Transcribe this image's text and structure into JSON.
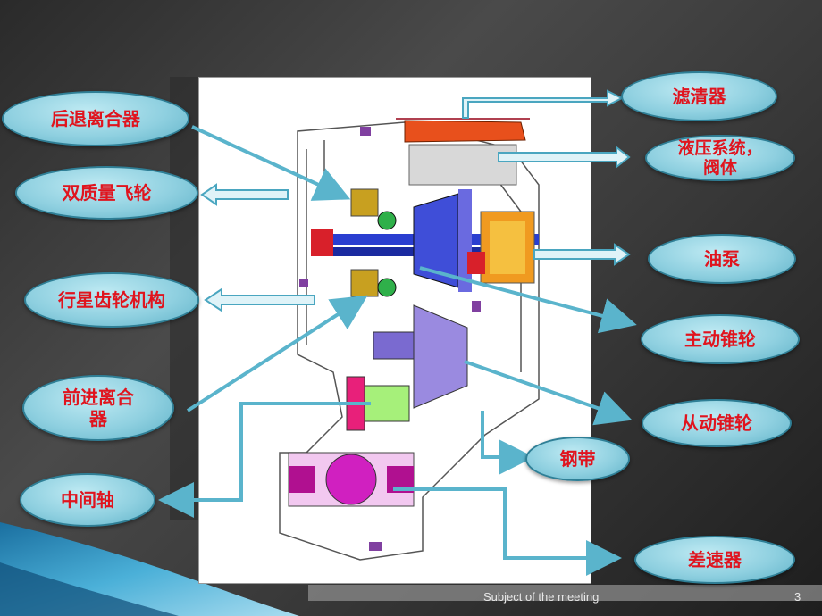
{
  "labels": {
    "reverse_clutch": "后退离合器",
    "dual_mass_flywheel": "双质量飞轮",
    "planetary_gear": "行星齿轮机构",
    "forward_clutch": "前进离合器",
    "intermediate_shaft": "中间轴",
    "filter": "滤清器",
    "hydraulic_valve_body": "液压系统，阀体",
    "oil_pump": "油泵",
    "drive_pulley": "主动锥轮",
    "driven_pulley": "从动锥轮",
    "steel_belt": "钢带",
    "differential": "差速器"
  },
  "footer": {
    "subject": "Subject of the meeting",
    "page_number": "3"
  },
  "colors": {
    "label_text": "#e0141e",
    "label_fill": "#8fd0e0",
    "arrow": "#5ab4cc"
  }
}
